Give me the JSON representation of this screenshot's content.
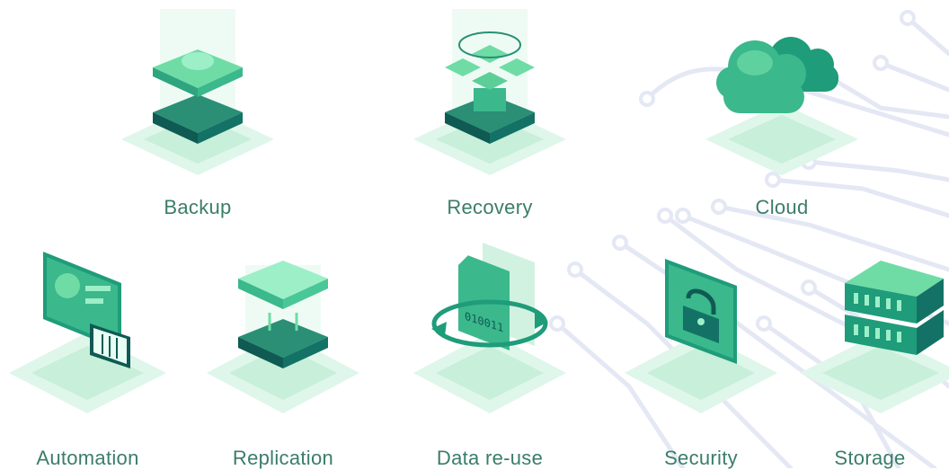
{
  "palette": {
    "teal_dark": "#0f5a52",
    "teal": "#1f9c7a",
    "mint": "#6fdca6",
    "label": "#3a7d6a",
    "circuit": "#e4e8f4"
  },
  "features": [
    {
      "id": "backup",
      "label": "Backup",
      "icon": "backup-stack-icon"
    },
    {
      "id": "recovery",
      "label": "Recovery",
      "icon": "recovery-grid-icon"
    },
    {
      "id": "cloud",
      "label": "Cloud",
      "icon": "cloud-icon"
    },
    {
      "id": "automation",
      "label": "Automation",
      "icon": "dashboard-sliders-icon"
    },
    {
      "id": "replication",
      "label": "Replication",
      "icon": "replication-stack-icon"
    },
    {
      "id": "data_reuse",
      "label": "Data re-use",
      "icon": "binary-file-cycle-icon"
    },
    {
      "id": "security",
      "label": "Security",
      "icon": "padlock-panel-icon"
    },
    {
      "id": "storage",
      "label": "Storage",
      "icon": "server-rack-icon"
    }
  ]
}
